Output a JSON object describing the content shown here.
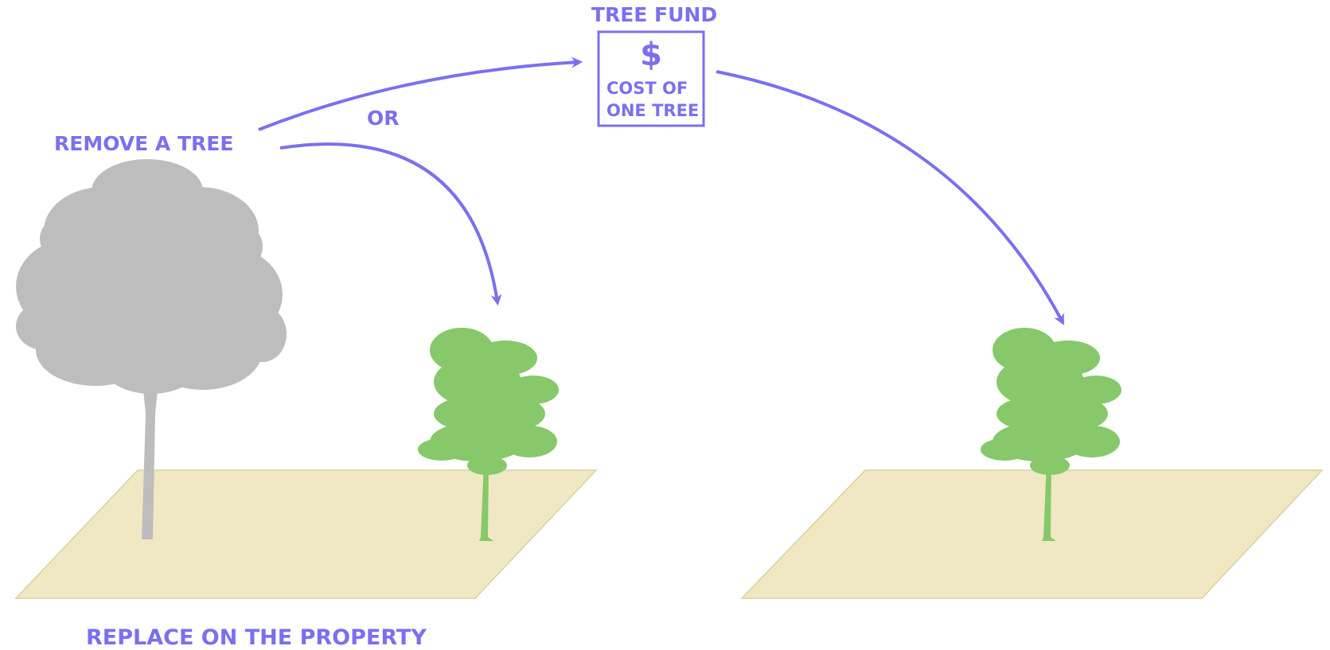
{
  "labels": {
    "remove": "REMOVE A TREE",
    "or": "OR",
    "fund_title": "TREE FUND",
    "fund_symbol": "$",
    "fund_line1": "COST OF",
    "fund_line2": "ONE TREE",
    "replace": "REPLACE ON THE PROPERTY"
  },
  "colors": {
    "accent": "#7b6ff0",
    "ground": "#efe8c2",
    "ground_edge": "#d8d0a6",
    "removed_tree": "#bdbdbd",
    "new_tree": "#86c86a"
  }
}
